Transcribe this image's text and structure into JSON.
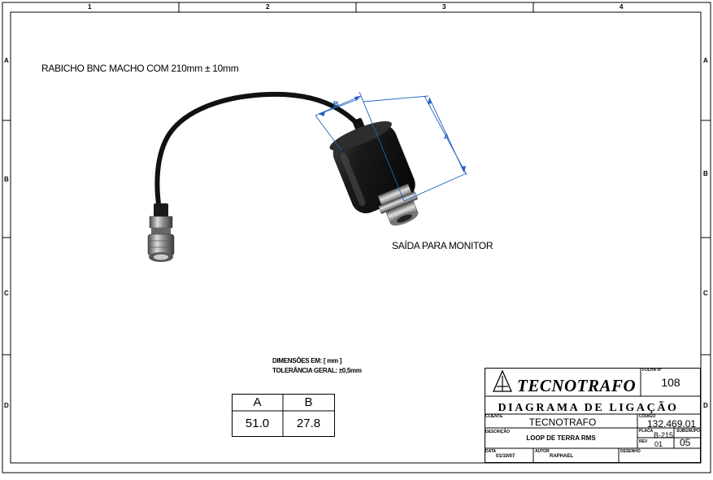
{
  "zones": {
    "columns": [
      "1",
      "2",
      "3",
      "4"
    ],
    "rows": [
      "A",
      "B",
      "C",
      "D"
    ]
  },
  "drawing": {
    "cable_label": "RABICHO BNC MACHO COM 210mm ± 10mm",
    "output_label": "SAÍDA PARA MONITOR",
    "dim_a": "A",
    "dim_b": "B",
    "units_note": "DIMENSÕES EM: [ mm ]",
    "tolerance_note": "TOLERÂNCIA GERAL: ±0,5mm"
  },
  "dimension_table": {
    "headers": [
      "A",
      "B"
    ],
    "values": [
      "51.0",
      "27.8"
    ]
  },
  "title_block": {
    "company": "TECNOTRAFO",
    "folha_label": "FOLHA Nº",
    "folha_value": "108",
    "doc_title": "DIAGRAMA DE LIGAÇÃO",
    "cliente_label": "CLIENTE",
    "cliente_value": "TECNOTRAFO",
    "codigo_label": "CÓDIGO",
    "codigo_value": "132.469.01",
    "descricao_label": "DESCRIÇÃO",
    "descricao_value": "LOOP DE TERRA RMS",
    "placa_label": "PLACA",
    "placa_value": "B-215",
    "rev_label": "REV",
    "rev_value": "01",
    "subgrupo_label": "SUBGRUPO",
    "subgrupo_value": "05",
    "data_label": "DATA",
    "data_value": "01/10/07",
    "autor_label": "AUTOR",
    "autor_value": "RAPHAEL",
    "desenho_label": "DESENHO"
  }
}
